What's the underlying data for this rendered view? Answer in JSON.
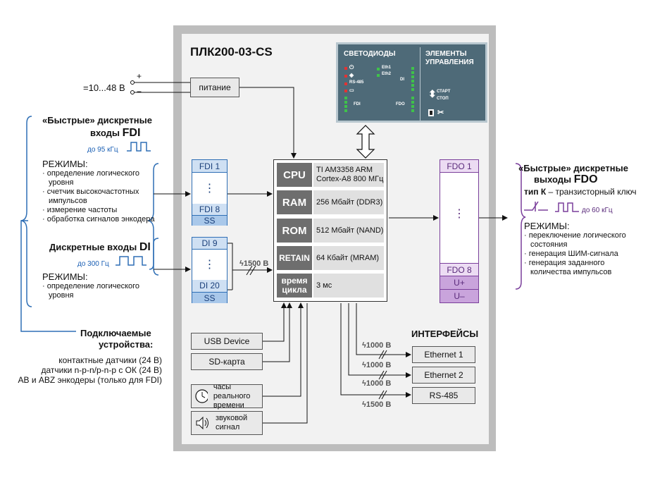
{
  "title": "ПЛК200-03-CS",
  "power": {
    "label": "питание",
    "voltage": "=10...48 В",
    "plus": "+",
    "minus": "−"
  },
  "leds": {
    "title": "СВЕТОДИОДЫ",
    "controls_title_1": "ЭЛЕМЕНТЫ",
    "controls_title_2": "УПРАВЛЕНИЯ",
    "rs485": "RS-485",
    "eth1": "Eth1",
    "eth2": "Eth2",
    "fdi": "FDI",
    "di": "DI",
    "fdo": "FDO",
    "start": "СТАРТ",
    "stop": "СТОП"
  },
  "fdi": {
    "heading_1": "«Быстрые» дискретные",
    "heading_2": "входы",
    "code": "FDI",
    "freq": "до 95 кГц",
    "modes_title": "РЕЖИМЫ:",
    "modes": [
      "определение логического",
      "уровня",
      "счетчик высокочастотных",
      "импульсов",
      "измерение частоты",
      "обработка сигналов энкодера"
    ],
    "top": "FDI 1",
    "bottom": "FDI 8",
    "ss": "SS",
    "dots": "⋮"
  },
  "di": {
    "heading": "Дискретные входы",
    "code": "DI",
    "freq": "до 300 Гц",
    "modes_title": "РЕЖИМЫ:",
    "modes": [
      "определение логического",
      "уровня"
    ],
    "top": "DI 9",
    "bottom": "DI 20",
    "ss": "SS",
    "isolation": "1500 В",
    "dots": "⋮"
  },
  "devices": {
    "title_1": "Подключаемые",
    "title_2": "устройства:",
    "items": [
      "контактные датчики (24 В)",
      "датчики n-p-n/p-n-p с ОК (24 В)",
      "AB и ABZ энкодеры (только для FDI)"
    ]
  },
  "cpu": {
    "rows": [
      {
        "label": "CPU",
        "value_1": "TI AM3358 ARM",
        "value_2": "Cortex-A8 800 МГц"
      },
      {
        "label": "RAM",
        "value_1": "256 Мбайт (DDR3)",
        "value_2": ""
      },
      {
        "label": "ROM",
        "value_1": "512 Мбайт (NAND)",
        "value_2": ""
      },
      {
        "label": "RETAIN",
        "value_1": "64 Кбайт (MRAM)",
        "value_2": ""
      },
      {
        "label_1": "время",
        "label_2": "цикла",
        "value_1": "3 мс",
        "value_2": ""
      }
    ]
  },
  "fdo": {
    "top": "FDO 1",
    "bottom": "FDO 8",
    "uplus": "U+",
    "uminus": "U–",
    "dots": "⋮",
    "heading_1": "«Быстрые»  дискретные",
    "heading_2": "выходы",
    "code": "FDO",
    "type_bold": "тип К",
    "type_rest": " – транзисторный ключ",
    "freq": "до 60 кГц",
    "modes_title": "РЕЖИМЫ:",
    "modes": [
      "переключение логического",
      "состояния",
      "генерация ШИМ-сигнала",
      "генерация заданного",
      "количества импульсов"
    ]
  },
  "peripherals": {
    "usb": "USB Device",
    "sd": "SD-карта",
    "clock_1": "часы реального",
    "clock_2": "времени",
    "sound_1": "звуковой",
    "sound_2": "сигнал"
  },
  "interfaces": {
    "title": "ИНТЕРФЕЙСЫ",
    "items": [
      {
        "name": "Ethernet 1",
        "isolation": "1000 В"
      },
      {
        "name": "Ethernet 2",
        "isolation": "1000 В"
      },
      {
        "name": "RS-485",
        "isolation": "1000 В"
      }
    ],
    "isolation_last": "1500 В"
  },
  "colors": {
    "blue": "#2f6fb5",
    "purple": "#7a3f9b",
    "led_panel": "#4e6a78",
    "green_led": "#3fc24a",
    "red_led": "#e23333"
  }
}
